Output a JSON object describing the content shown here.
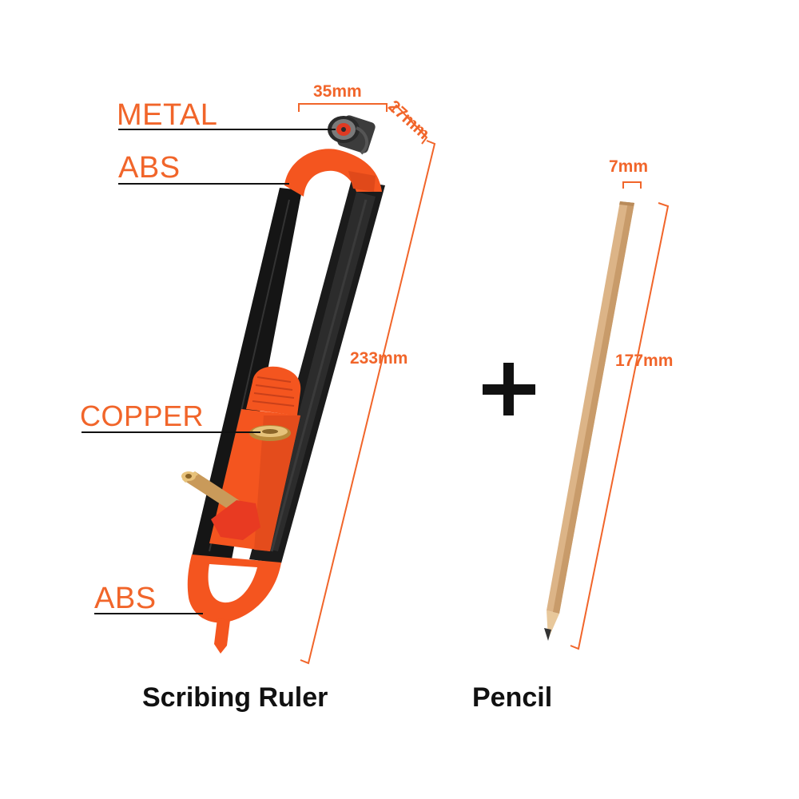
{
  "colors": {
    "accent": "#f1652a",
    "body_orange": "#f4551f",
    "body_black": "#161616",
    "pencil_wood": "#dcb487",
    "text_dark": "#111111"
  },
  "materials": {
    "metal": "METAL",
    "abs_top": "ABS",
    "copper": "COPPER",
    "abs_bottom": "ABS"
  },
  "dimensions": {
    "ruler_width": "35mm",
    "ruler_depth": "27mm",
    "ruler_length": "233mm",
    "pencil_diameter": "7mm",
    "pencil_length": "177mm"
  },
  "plus_sign": "+",
  "captions": {
    "ruler": "Scribing Ruler",
    "pencil": "Pencil"
  },
  "icons": {
    "ruler": "scribing-ruler-illustration",
    "pencil": "pencil-illustration",
    "plus": "plus-icon"
  }
}
